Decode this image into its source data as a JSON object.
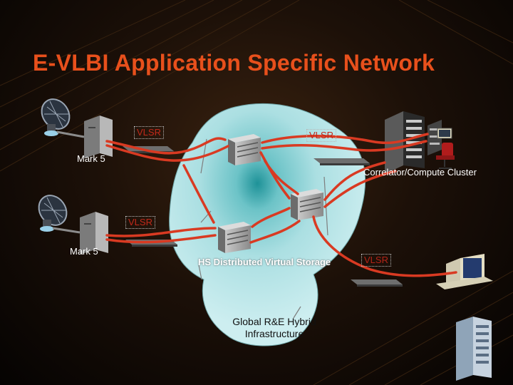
{
  "title": "E-VLBI Application Specific Network",
  "labels": {
    "mark5_top": "Mark 5",
    "mark5_bottom": "Mark 5",
    "correlator": "Correlator/Compute Cluster",
    "storage": "HS Distributed Virtual Storage",
    "infra_line1": "Global R&E Hybrid",
    "infra_line2": "Infrastructure",
    "vlsr_1": "VLSR",
    "vlsr_2": "VLSR",
    "vlsr_3": "VLSR",
    "vlsr_4": "VLSR"
  },
  "colors": {
    "title": "#e8501c",
    "cloud": "#a9dde0",
    "cloud_center": "#2a9aa0",
    "link": "#d93a22",
    "vlsr_text": "#c1291a"
  },
  "icons": [
    "satellite-dish-icon",
    "server-tower-icon",
    "router-icon",
    "storage-server-icon",
    "compute-rack-icon",
    "office-chair-icon",
    "desktop-computer-icon",
    "equipment-rack-icon"
  ]
}
